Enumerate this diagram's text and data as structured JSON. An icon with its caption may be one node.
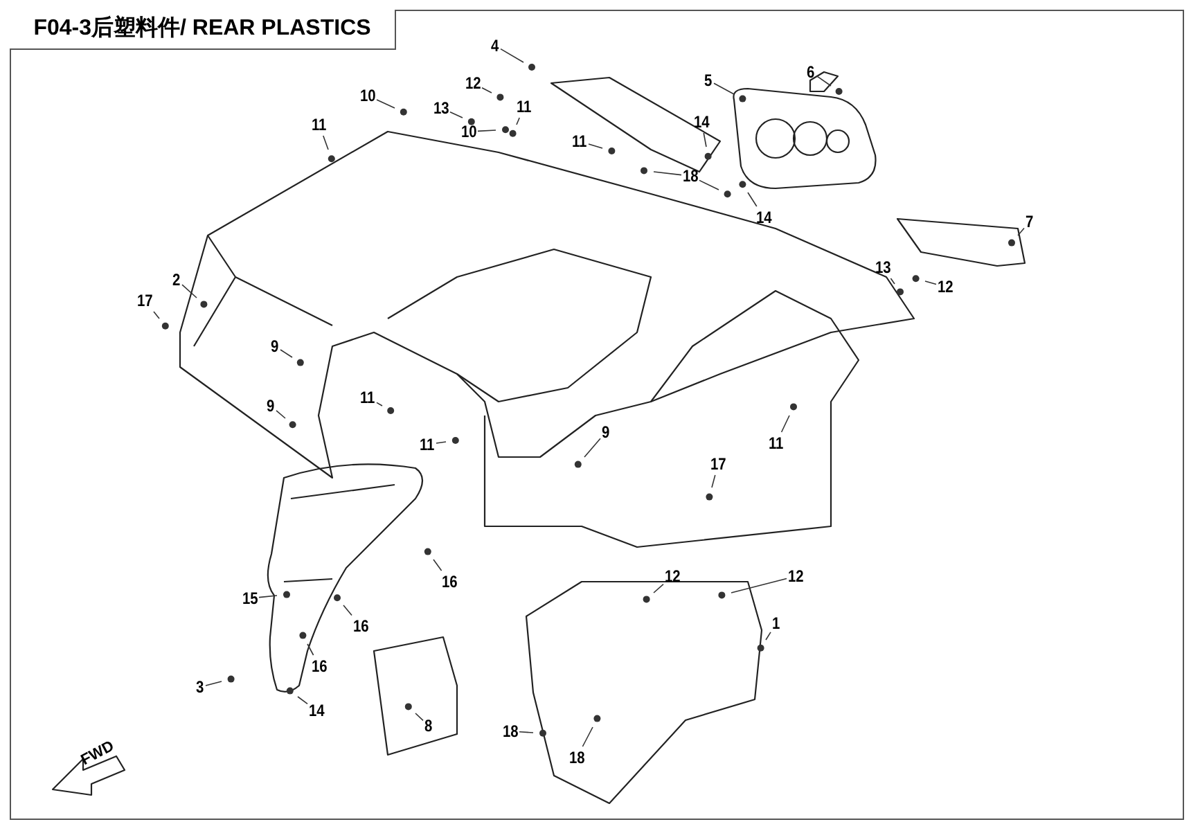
{
  "diagram": {
    "title": "F04-3后塑料件/ REAR PLASTICS",
    "nodes": [
      {
        "text": [
          "10"
        ]
      },
      {
        "text": [
          "4"
        ]
      },
      {
        "text": [
          "6"
        ]
      },
      {
        "text": [
          "5"
        ]
      },
      {
        "text": [
          "12"
        ]
      },
      {
        "text": [
          "13"
        ]
      },
      {
        "text": [
          "10"
        ]
      },
      {
        "text": [
          "11"
        ]
      },
      {
        "text": [
          "11"
        ]
      },
      {
        "text": [
          "11"
        ]
      },
      {
        "text": [
          "14"
        ]
      },
      {
        "text": [
          "18"
        ]
      },
      {
        "text": [
          "14"
        ]
      },
      {
        "text": [
          "7"
        ]
      },
      {
        "text": [
          "13"
        ]
      },
      {
        "text": [
          "12"
        ]
      },
      {
        "text": [
          "2"
        ]
      },
      {
        "text": [
          "17"
        ]
      },
      {
        "text": [
          "9"
        ]
      },
      {
        "text": [
          "9"
        ]
      },
      {
        "text": [
          "11"
        ]
      },
      {
        "text": [
          "11"
        ]
      },
      {
        "text": [
          "9"
        ]
      },
      {
        "text": [
          "11"
        ]
      },
      {
        "text": [
          "17"
        ]
      },
      {
        "text": [
          "15"
        ]
      },
      {
        "text": [
          "16"
        ]
      },
      {
        "text": [
          "16"
        ]
      },
      {
        "text": [
          "12"
        ]
      },
      {
        "text": [
          "12"
        ]
      },
      {
        "text": [
          "1"
        ]
      },
      {
        "text": [
          "16"
        ]
      },
      {
        "text": [
          "3"
        ]
      },
      {
        "text": [
          "14"
        ]
      },
      {
        "text": [
          "8"
        ]
      },
      {
        "text": [
          "18"
        ]
      },
      {
        "text": [
          "18"
        ]
      }
    ],
    "edges": [
      {
        "from": 0,
        "to": null,
        "arrow": "none"
      },
      {
        "from": 1,
        "to": null,
        "arrow": "none"
      },
      {
        "from": 2,
        "to": null,
        "arrow": "none"
      },
      {
        "from": 3,
        "to": null,
        "arrow": "none"
      },
      {
        "from": 4,
        "to": null,
        "arrow": "none"
      },
      {
        "from": 5,
        "to": null,
        "arrow": "none"
      },
      {
        "from": 6,
        "to": null,
        "arrow": "none"
      },
      {
        "from": 7,
        "to": null,
        "arrow": "none"
      },
      {
        "from": 8,
        "to": null,
        "arrow": "none"
      },
      {
        "from": 9,
        "to": null,
        "arrow": "none"
      },
      {
        "from": 10,
        "to": null,
        "arrow": "none"
      },
      {
        "from": 11,
        "to": null,
        "arrow": "none"
      },
      {
        "from": 11,
        "to": null,
        "arrow": "none"
      },
      {
        "from": 12,
        "to": null,
        "arrow": "none"
      },
      {
        "from": 13,
        "to": null,
        "arrow": "none"
      },
      {
        "from": 14,
        "to": null,
        "arrow": "none"
      },
      {
        "from": 15,
        "to": null,
        "arrow": "none"
      },
      {
        "from": 16,
        "to": null,
        "arrow": "none"
      },
      {
        "from": 17,
        "to": null,
        "arrow": "none"
      },
      {
        "from": 18,
        "to": null,
        "arrow": "none"
      },
      {
        "from": 19,
        "to": null,
        "arrow": "none"
      },
      {
        "from": 20,
        "to": null,
        "arrow": "none"
      },
      {
        "from": 21,
        "to": null,
        "arrow": "none"
      },
      {
        "from": 22,
        "to": null,
        "arrow": "none"
      },
      {
        "from": 23,
        "to": null,
        "arrow": "none"
      },
      {
        "from": 24,
        "to": null,
        "arrow": "none"
      },
      {
        "from": 25,
        "to": null,
        "arrow": "none"
      },
      {
        "from": 26,
        "to": null,
        "arrow": "none"
      },
      {
        "from": 27,
        "to": null,
        "arrow": "none"
      },
      {
        "from": 28,
        "to": null,
        "arrow": "none"
      },
      {
        "from": 29,
        "to": null,
        "arrow": "none"
      },
      {
        "from": 30,
        "to": null,
        "arrow": "none"
      },
      {
        "from": 31,
        "to": null,
        "arrow": "none"
      },
      {
        "from": 32,
        "to": null,
        "arrow": "none"
      },
      {
        "from": 33,
        "to": null,
        "arrow": "none"
      },
      {
        "from": 34,
        "to": null,
        "arrow": "none"
      },
      {
        "from": 35,
        "to": null,
        "arrow": "none"
      },
      {
        "from": 36,
        "to": null,
        "arrow": "none"
      }
    ],
    "labels": [
      "FWD"
    ]
  }
}
